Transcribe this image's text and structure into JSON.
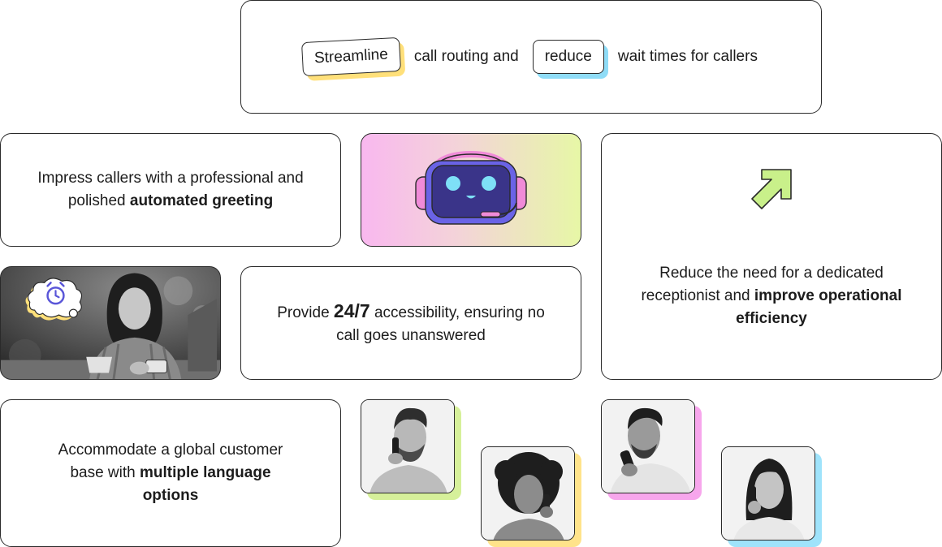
{
  "banner": {
    "chip1": "Streamline",
    "text1": "call routing and",
    "chip2": "reduce",
    "text2": "wait times for callers",
    "chip1_shadow_color": "#ffe07a",
    "chip2_shadow_color": "#8fdcf7"
  },
  "greeting": {
    "line_plain": "Impress callers with a professional and polished ",
    "line_bold": "automated greeting"
  },
  "robot": {
    "gradient_left": "#f9b8ef",
    "gradient_right": "#e7f7a6",
    "headset_color": "#f08bd8",
    "face_color": "#3a3489",
    "eye_color": "#7ee0f7"
  },
  "reduce": {
    "line_plain": "Reduce the need for a dedicated receptionist and ",
    "line_bold": "improve operational efficiency",
    "arrow_color": "#c9f08a"
  },
  "accessibility": {
    "prefix": "Provide ",
    "bold": "24/7",
    "suffix": " accessibility, ensuring no call goes unanswered"
  },
  "language": {
    "line_plain": "Accommodate a global customer base with ",
    "line_bold": "multiple language options"
  },
  "tiles": {
    "colors": [
      "#d6f09a",
      "#ffe38a",
      "#f7a6ec",
      "#9fe3fb"
    ]
  },
  "woman_photo": {
    "bubble_icon": "alarm-clock-icon",
    "bubble_accent": "#ffe07a",
    "icon_color": "#5a56d8"
  }
}
